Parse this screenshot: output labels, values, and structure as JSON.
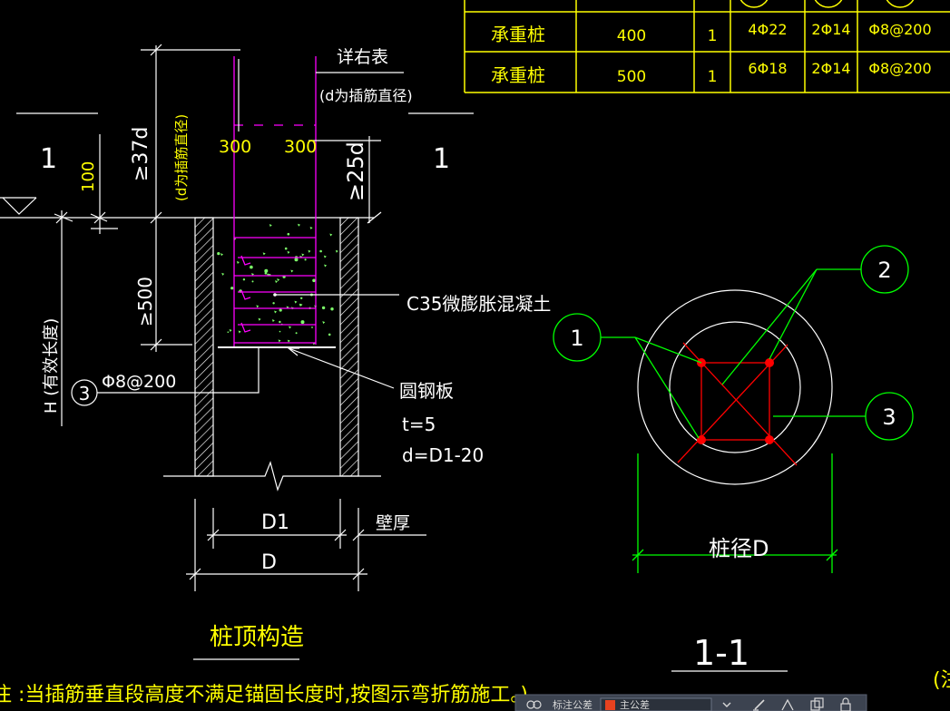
{
  "table": {
    "rows": [
      {
        "name": "承重桩",
        "diameter": "400",
        "count": "1",
        "main_bar": "4Φ22",
        "side_bar": "2Φ14",
        "stirrup": "Φ8@200"
      },
      {
        "name": "承重桩",
        "diameter": "500",
        "count": "1",
        "main_bar": "6Φ18",
        "side_bar": "2Φ14",
        "stirrup": "Φ8@200"
      }
    ]
  },
  "detail": {
    "ref_table": "详右表",
    "d_note_top": "(d为插筋直径)",
    "spacing_left": "300",
    "spacing_right": "300",
    "anchor_len": "≥37d",
    "d_note_vertical": "(d为插筋直径)",
    "cover_100": "100",
    "section_left": "1",
    "section_right": "1",
    "embed_25d": "≥25d",
    "min_500": "≥500",
    "eff_len": "H (有效长度)",
    "stirrup_tag": "3",
    "stirrup_spec": "Φ8@200",
    "concrete": "C35微膨胀混凝土",
    "plate": "圆钢板",
    "plate_t": "t=5",
    "plate_d": "d=D1-20",
    "dim_d1": "D1",
    "dim_d": "D",
    "wall": "壁厚",
    "title": "桩顶构造"
  },
  "section": {
    "tag1": "1",
    "tag2": "2",
    "tag3": "3",
    "diameter": "桩径D",
    "title": "1-1"
  },
  "note": "注 :当插筋垂直段高度不满足锚固长度时,按图示弯折筋施工。)",
  "edge_note": "(注",
  "toolbar": {
    "label": "标注公差",
    "value": "主公差"
  },
  "icons": [
    "pan-tool-icon",
    "color-swatch-icon",
    "chevron-down-icon",
    "edit-icon",
    "style-icon",
    "copy-icon",
    "lock-icon"
  ],
  "colors": {
    "background": "#000000",
    "lines": "#ffffff",
    "text_yellow": "#ffff00",
    "rebar_magenta": "#ff00ff",
    "leader_green": "#00ff00",
    "section_red": "#ff0000",
    "toolbar": "#3c4350"
  }
}
